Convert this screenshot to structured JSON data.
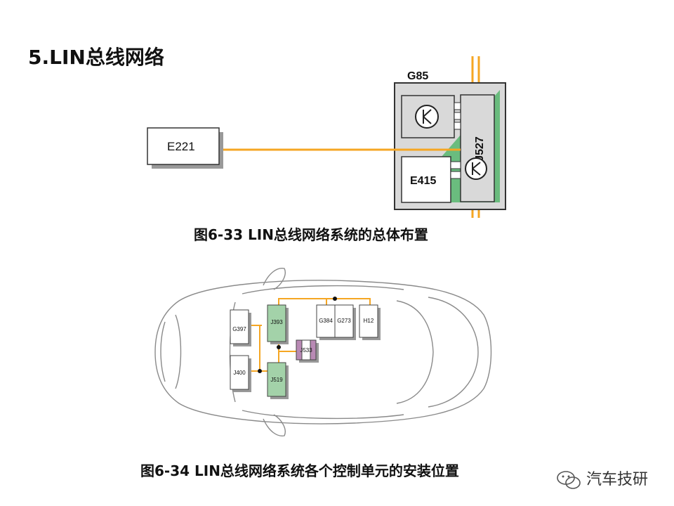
{
  "title": "5.LIN总线网络",
  "figure1": {
    "caption": "图6-33   LIN总线网络系统的总体布置",
    "labels": {
      "e221": "E221",
      "g85": "G85",
      "j527": "J527",
      "e415": "E415"
    }
  },
  "figure2": {
    "caption": "图6-34   LIN总线网络系统各个控制单元的安装位置",
    "labels": {
      "g397": "G397",
      "j393": "J393",
      "g384": "G384",
      "g273": "G273",
      "h12": "H12",
      "j533": "J533",
      "j400": "J400",
      "j519": "J519"
    }
  },
  "watermark": "汽车技研",
  "colors": {
    "lin_wire": "#f5a623",
    "module_green": "#a3d2a9",
    "frame_green": "#5db873",
    "j533_purple": "#b98ab5"
  }
}
